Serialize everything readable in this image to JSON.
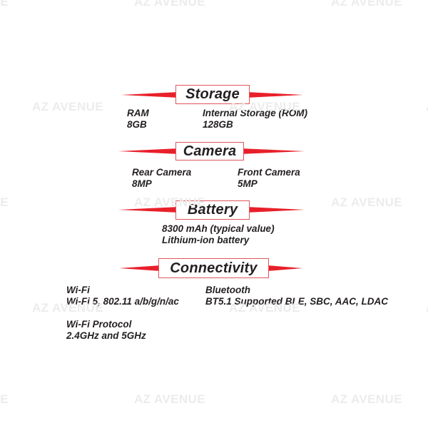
{
  "watermark": {
    "text": "AZ AVENUE",
    "color": "#ececec"
  },
  "colors": {
    "accent_red": "#e8202a",
    "box_border": "#e0565c",
    "text_ink": "#231f20",
    "background": "#ffffff"
  },
  "sections": [
    {
      "title": "Storage",
      "specs": [
        {
          "label": "RAM",
          "value": "8GB"
        },
        {
          "label": "Internal Storage (ROM)",
          "value": "128GB"
        }
      ]
    },
    {
      "title": "Camera",
      "specs": [
        {
          "label": "Rear Camera",
          "value": "8MP"
        },
        {
          "label": "Front Camera",
          "value": "5MP"
        }
      ]
    },
    {
      "title": "Battery",
      "specs": [
        {
          "label": "8300 mAh (typical value)",
          "value": "Lithium-ion battery"
        }
      ]
    },
    {
      "title": "Connectivity",
      "specs": [
        {
          "label": "Wi-Fi",
          "value": "Wi-Fi 5, 802.11 a/b/g/n/ac"
        },
        {
          "label": "Bluetooth",
          "value": "BT5.1 Supported BLE, SBC, AAC, LDAC"
        },
        {
          "label": "Wi-Fi Protocol",
          "value": "2.4GHz and 5GHz"
        }
      ]
    }
  ]
}
